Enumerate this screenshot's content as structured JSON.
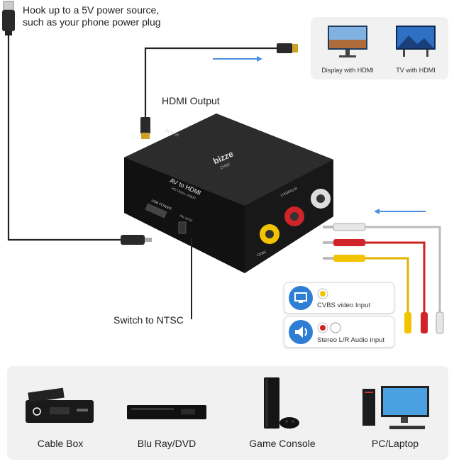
{
  "power_note": {
    "line1": "Hook up to a 5V power source,",
    "line2": "such as your phone power plug"
  },
  "hdmi_output_label": "HDMI Output",
  "switch_label": "Switch to NTSC",
  "displays": [
    {
      "caption": "Display with HDMI",
      "icon": "monitor-icon"
    },
    {
      "caption": "TV with HDMI",
      "icon": "tv-icon"
    }
  ],
  "device": {
    "brand": "bizze",
    "model": "ZH80",
    "title": "AV to HDMI",
    "subtitle": "HD Video 1080P",
    "output_port": "OUTPUT",
    "usb_power": "USB POWER",
    "switch_marks": "PAL NTSC",
    "port_audio": "L/AUDIO R",
    "port_cvbs": "CVBS"
  },
  "legend": [
    {
      "label": "CVBS video Input",
      "icon": "monitor-icon"
    },
    {
      "label": "Stereo L/R Audio input",
      "icon": "speaker-icon"
    }
  ],
  "sources": [
    {
      "label": "Cable Box",
      "icon": "cable-box-icon"
    },
    {
      "label": "Blu Ray/DVD",
      "icon": "dvd-player-icon"
    },
    {
      "label": "Game Console",
      "icon": "game-console-icon"
    },
    {
      "label": "PC/Laptop",
      "icon": "pc-icon"
    }
  ],
  "colors": {
    "arrow_blue": "#4a8fe0",
    "icon_blue": "#2e7fd3",
    "rca_yellow": "#f2c400",
    "rca_red": "#d0242a",
    "rca_white": "#e8e8e8"
  }
}
